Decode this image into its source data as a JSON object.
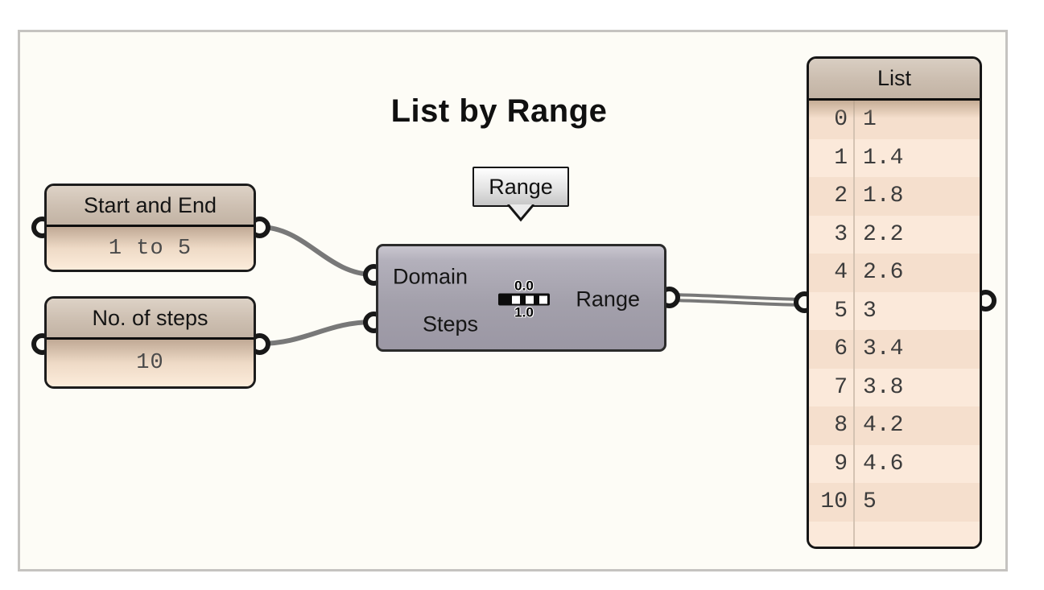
{
  "title": "List by Range",
  "tooltip": {
    "label": "Range"
  },
  "input_panels": [
    {
      "header": "Start and End",
      "value": "1 to 5"
    },
    {
      "header": "No. of steps",
      "value": "10"
    }
  ],
  "range_component": {
    "input_labels": [
      "Domain",
      "Steps"
    ],
    "output_label": "Range",
    "icon": {
      "top_label": "0.0",
      "bottom_label": "1.0"
    }
  },
  "list_panel": {
    "header": "List",
    "rows": [
      {
        "index": "0",
        "value": "1"
      },
      {
        "index": "1",
        "value": "1.4"
      },
      {
        "index": "2",
        "value": "1.8"
      },
      {
        "index": "3",
        "value": "2.2"
      },
      {
        "index": "4",
        "value": "2.6"
      },
      {
        "index": "5",
        "value": "3"
      },
      {
        "index": "6",
        "value": "3.4"
      },
      {
        "index": "7",
        "value": "3.8"
      },
      {
        "index": "8",
        "value": "4.2"
      },
      {
        "index": "9",
        "value": "4.6"
      },
      {
        "index": "10",
        "value": "5"
      }
    ]
  },
  "colors": {
    "canvas_bg": "#fdfcf6",
    "frame_border": "#c5c3c0",
    "panel_cream": "#fbe9da",
    "panel_header_tan": "#cbbcae",
    "stripe_dark": "#f5dfcd",
    "component_gray": "#a29faa",
    "wire_gray": "#787878",
    "connector_black": "#181818"
  }
}
